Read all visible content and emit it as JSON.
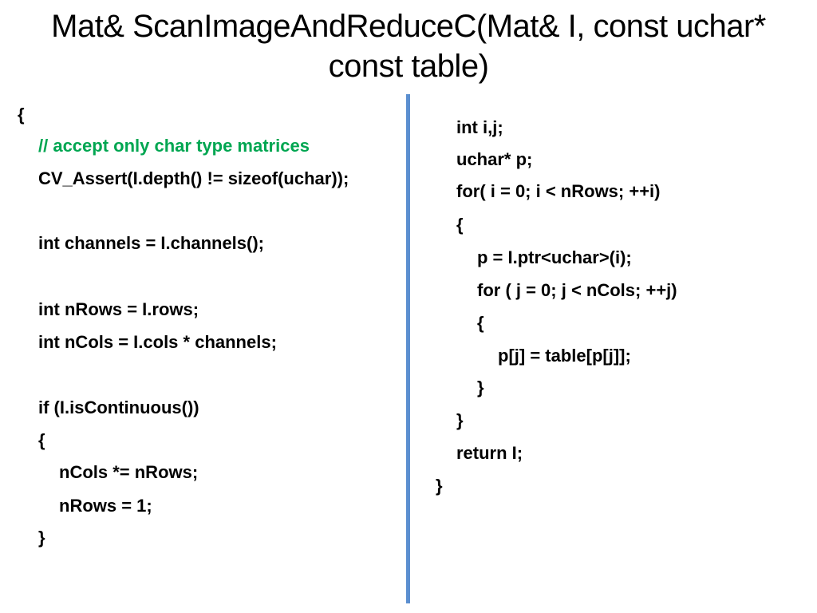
{
  "title": "Mat& ScanImageAndReduceC(Mat& I, const uchar* const table)",
  "left_column": [
    {
      "text": "{",
      "indent": 0,
      "kind": "code"
    },
    {
      "text": "// accept only char type matrices",
      "indent": 1,
      "kind": "comment"
    },
    {
      "text": "CV_Assert(I.depth() != sizeof(uchar));",
      "indent": 1,
      "kind": "code"
    },
    {
      "text": "int channels = I.channels();",
      "indent": 1,
      "kind": "code"
    },
    {
      "text": "int nRows = I.rows;",
      "indent": 1,
      "kind": "code"
    },
    {
      "text": "int nCols = I.cols * channels;",
      "indent": 1,
      "kind": "code"
    },
    {
      "text": "if (I.isContinuous())",
      "indent": 1,
      "kind": "code"
    },
    {
      "text": "{",
      "indent": 1,
      "kind": "code"
    },
    {
      "text": "nCols *= nRows;",
      "indent": 2,
      "kind": "code"
    },
    {
      "text": "nRows = 1;",
      "indent": 2,
      "kind": "code"
    },
    {
      "text": "}",
      "indent": 1,
      "kind": "code"
    }
  ],
  "right_column": [
    {
      "text": "int i,j;",
      "indent": 1,
      "kind": "code"
    },
    {
      "text": "uchar* p;",
      "indent": 1,
      "kind": "code"
    },
    {
      "text": "for( i = 0; i < nRows; ++i)",
      "indent": 1,
      "kind": "code"
    },
    {
      "text": "{",
      "indent": 1,
      "kind": "code"
    },
    {
      "text": "p = I.ptr<uchar>(i);",
      "indent": 2,
      "kind": "code"
    },
    {
      "text": "for ( j = 0; j < nCols; ++j)",
      "indent": 2,
      "kind": "code"
    },
    {
      "text": "{",
      "indent": 2,
      "kind": "code"
    },
    {
      "text": "p[j] = table[p[j]];",
      "indent": 3,
      "kind": "code"
    },
    {
      "text": "}",
      "indent": 2,
      "kind": "code"
    },
    {
      "text": "}",
      "indent": 1,
      "kind": "code"
    },
    {
      "text": "return I;",
      "indent": 1,
      "kind": "code"
    },
    {
      "text": "}",
      "indent": 0,
      "kind": "code"
    }
  ],
  "colors": {
    "comment": "#00a651",
    "divider": "#5b8fd0",
    "text": "#000000"
  }
}
